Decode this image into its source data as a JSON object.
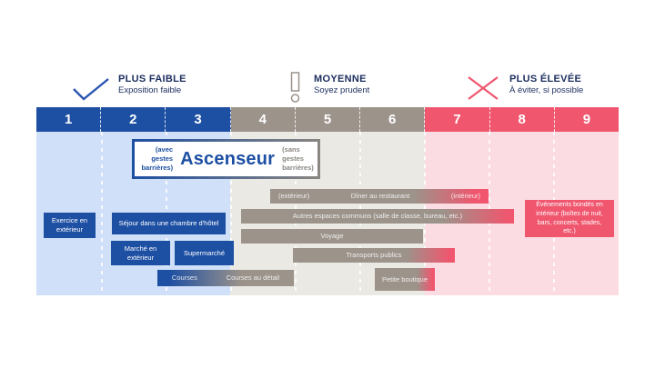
{
  "colors": {
    "blue": "#1d4fa3",
    "taupe": "#9c938a",
    "pink": "#f0566e",
    "light_blue": "#cfe0f8",
    "light_taupe": "#ebe9e4",
    "light_pink": "#fbdce2",
    "navy_text": "#1b2d5e"
  },
  "legend": {
    "low": {
      "icon": "check-icon",
      "title": "PLUS FAIBLE",
      "subtitle": "Exposition faible"
    },
    "medium": {
      "icon": "exclamation-icon",
      "title": "MOYENNE",
      "subtitle": "Soyez prudent"
    },
    "high": {
      "icon": "x-icon",
      "title": "PLUS ÉLEVÉE",
      "subtitle": "À éviter, si possible"
    }
  },
  "scale": {
    "numbers": [
      "1",
      "2",
      "3",
      "4",
      "5",
      "6",
      "7",
      "8",
      "9"
    ],
    "min": 1,
    "max": 9
  },
  "highlight": {
    "left_note": "(avec gestes barrières)",
    "title": "Ascenseur",
    "right_note": "(sans gestes barrières)"
  },
  "activities": {
    "exercice": {
      "label": "Exercice en extérieur",
      "range": [
        1,
        1
      ]
    },
    "sejour": {
      "label": "Séjour dans une chambre d'hôtel",
      "range": [
        2,
        3
      ]
    },
    "marche": {
      "label": "Marché en extérieur",
      "range": [
        2,
        2
      ]
    },
    "supermarche": {
      "label": "Supermarché",
      "range": [
        3,
        3
      ]
    },
    "courses": {
      "label_left": "Courses",
      "label_right": "Courses au détail",
      "range": [
        2,
        4
      ]
    },
    "restaurant": {
      "label_left": "(extérieur)",
      "label": "Dîner au restaurant",
      "label_right": "(intérieur)",
      "range": [
        4,
        7
      ]
    },
    "autres": {
      "label": "Autres espaces communs (salle de classe, bureau, etc.)",
      "range": [
        4,
        7
      ]
    },
    "voyage": {
      "label": "Voyage",
      "range": [
        4,
        6
      ]
    },
    "transports": {
      "label": "Transports publics",
      "range": [
        4,
        7
      ]
    },
    "boutique": {
      "label": "Petite boutique",
      "range": [
        5,
        6
      ]
    },
    "evenements": {
      "label": "Événements bondés en intérieur (boîtes de nuit, bars, concerts, stades, etc.)",
      "range": [
        8,
        9
      ]
    }
  }
}
